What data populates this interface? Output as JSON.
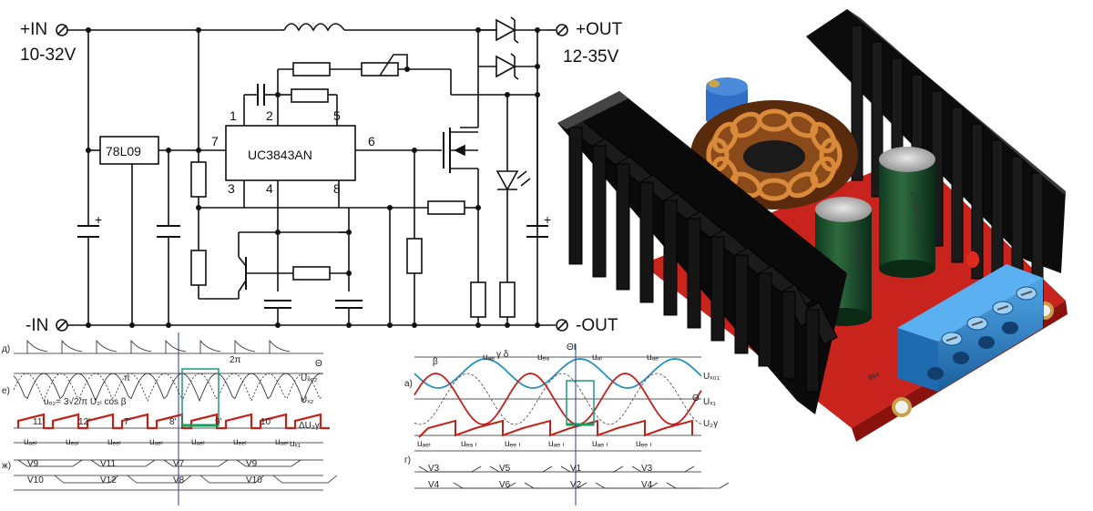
{
  "schematic": {
    "in_plus": "+IN",
    "in_range": "10-32V",
    "in_minus": "-IN",
    "out_plus": "+OUT",
    "out_range": "12-35V",
    "out_minus": "-OUT",
    "regulator": "78L09",
    "controller": "UC3843AN",
    "pins": [
      "1",
      "2",
      "5",
      "7",
      "6",
      "3",
      "4",
      "8"
    ],
    "cap_polarity": "+"
  },
  "waveform_left": {
    "rows": [
      "д)",
      "е)",
      "ж)"
    ],
    "formula": "uₒ₂= 3√2/π U₂ₗ cos β",
    "axis_theta": "Θ",
    "pi": "π",
    "two_pi": "2π",
    "pulse_labels": [
      "11'",
      "12'",
      "7'",
      "8'",
      "9'",
      "10'"
    ],
    "phase_labels": [
      "uₐₑₗ",
      "uₑₐₗ",
      "uₑₑₗ",
      "uₐₑₗ",
      "uₐₑₗ",
      "uₑₑₗ",
      "uₐₑₗ"
    ],
    "valve_top": [
      "V9",
      "V11",
      "V7",
      "V9"
    ],
    "valve_bottom": [
      "V10",
      "V12",
      "V8",
      "V10"
    ],
    "right_labels": [
      "Uₓ₀₂",
      "Uₓ₂",
      "ΔU₂γ",
      "uₓ₁"
    ]
  },
  "waveform_right": {
    "rows": [
      "а)",
      "г)"
    ],
    "marker": "ΘI",
    "axis_theta": "Θ",
    "beta": "β",
    "gamma_delta": "γ δ",
    "top_labels": [
      "uₐₑ",
      "uₑₐ",
      "uₐₗ",
      "uₐₑ"
    ],
    "phase_labels": [
      "uₐₑₗ",
      "uₑₐ ₗ",
      "uₑₑ ₗ",
      "uₐₑ ₗ",
      "uₐₑ ₗ",
      "uₑₑ ₗ"
    ],
    "valve_top": [
      "V3",
      "V5",
      "V1",
      "V3"
    ],
    "valve_bottom": [
      "V4",
      "V6",
      "V2",
      "V4"
    ],
    "right_labels": [
      "Uₓ₀₁",
      "Uₓ₁",
      "U₂γ"
    ]
  },
  "photo": {
    "capacitor_text": "1000uF 35V",
    "capacitor_brand": "JYCAP",
    "terminal_label": "IN+"
  }
}
